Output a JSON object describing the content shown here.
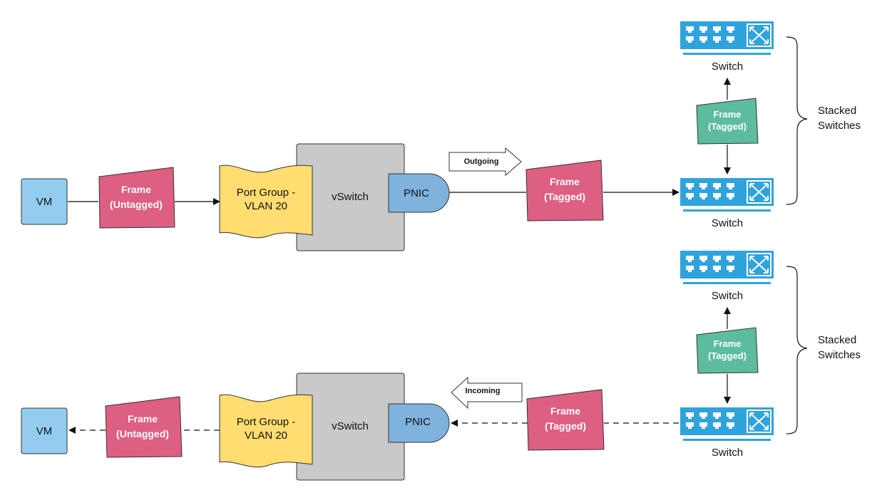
{
  "outgoing": {
    "vm": "VM",
    "frame_untagged": [
      "Frame",
      "(Untagged)"
    ],
    "port_group": [
      "Port Group -",
      "VLAN 20"
    ],
    "vswitch": "vSwitch",
    "pnic": "PNIC",
    "direction": "Outgoing",
    "frame_tagged": [
      "Frame",
      "(Tagged)"
    ],
    "switch_top": "Switch",
    "switch_bottom": "Switch",
    "stack_frame": [
      "Frame",
      "(Tagged)"
    ],
    "stacked_label": [
      "Stacked",
      "Switches"
    ]
  },
  "incoming": {
    "vm": "VM",
    "frame_untagged": [
      "Frame",
      "(Untagged)"
    ],
    "port_group": [
      "Port Group -",
      "VLAN 20"
    ],
    "vswitch": "vSwitch",
    "pnic": "PNIC",
    "direction": "Incoming",
    "frame_tagged": [
      "Frame",
      "(Tagged)"
    ],
    "switch_top": "Switch",
    "switch_bottom": "Switch",
    "stack_frame": [
      "Frame",
      "(Tagged)"
    ],
    "stacked_label": [
      "Stacked",
      "Switches"
    ]
  },
  "colors": {
    "vm": "#92cdf0",
    "frame_pink": "#dd5f82",
    "frame_teal": "#5dbba0",
    "port_group": "#ffdd70",
    "vswitch": "#c9c9c9",
    "pnic": "#7fb3de",
    "switch": "#2fa3dc"
  }
}
